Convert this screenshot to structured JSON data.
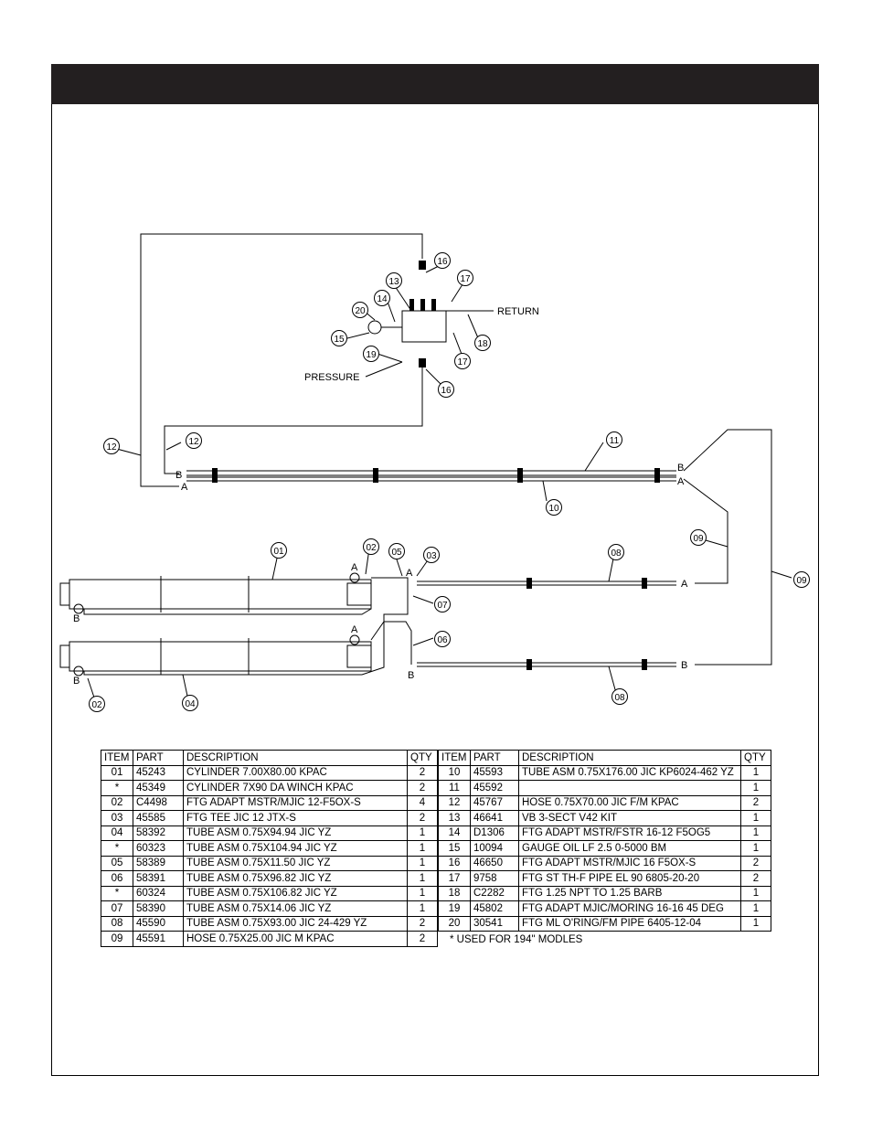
{
  "header": {
    "title": ""
  },
  "diagram": {
    "callouts": [
      "01",
      "02",
      "03",
      "04",
      "05",
      "06",
      "07",
      "08",
      "09",
      "10",
      "11",
      "12",
      "13",
      "14",
      "15",
      "16",
      "17",
      "18",
      "19",
      "20"
    ],
    "labels": {
      "return": "RETURN",
      "pressure": "PRESSURE",
      "port_a": "A",
      "port_b": "B"
    }
  },
  "table_left": {
    "headers": [
      "ITEM",
      "PART",
      "DESCRIPTION",
      "QTY"
    ],
    "rows": [
      [
        "01",
        "45243",
        "CYLINDER 7.00X80.00 KPAC",
        "2"
      ],
      [
        "*",
        "45349",
        "CYLINDER 7X90 DA WINCH KPAC",
        "2"
      ],
      [
        "02",
        "C4498",
        "FTG ADAPT MSTR/MJIC 12-F5OX-S",
        "4"
      ],
      [
        "03",
        "45585",
        "FTG TEE JIC 12 JTX-S",
        "2"
      ],
      [
        "04",
        "58392",
        "TUBE ASM 0.75X94.94 JIC YZ",
        "1"
      ],
      [
        "*",
        "60323",
        "TUBE ASM 0.75X104.94 JIC YZ",
        "1"
      ],
      [
        "05",
        "58389",
        "TUBE ASM 0.75X11.50 JIC YZ",
        "1"
      ],
      [
        "06",
        "58391",
        "TUBE ASM 0.75X96.82 JIC YZ",
        "1"
      ],
      [
        "*",
        "60324",
        "TUBE ASM 0.75X106.82 JIC YZ",
        "1"
      ],
      [
        "07",
        "58390",
        "TUBE ASM 0.75X14.06 JIC YZ",
        "1"
      ],
      [
        "08",
        "45590",
        "TUBE ASM 0.75X93.00 JIC    24-429 YZ",
        "2"
      ],
      [
        "09",
        "45591",
        "HOSE 0.75X25.00 JIC M KPAC",
        "2"
      ]
    ]
  },
  "table_right": {
    "headers": [
      "ITEM",
      "PART",
      "DESCRIPTION",
      "QTY"
    ],
    "rows": [
      [
        "10",
        "45593",
        "TUBE ASM 0.75X176.00 JIC KP6024-462 YZ",
        "1"
      ],
      [
        "11",
        "45592",
        "",
        "1"
      ],
      [
        "12",
        "45767",
        "HOSE 0.75X70.00 JIC F/M KPAC",
        "2"
      ],
      [
        "13",
        "46641",
        "VB 3-SECT V42 KIT",
        "1"
      ],
      [
        "14",
        "D1306",
        "FTG ADAPT MSTR/FSTR 16-12 F5OG5",
        "1"
      ],
      [
        "15",
        "10094",
        "GAUGE OIL LF 2.5 0-5000 BM",
        "1"
      ],
      [
        "16",
        "46650",
        "FTG ADAPT MSTR/MJIC 16 F5OX-S",
        "2"
      ],
      [
        "17",
        "9758",
        "FTG ST TH-F PIPE EL 90 6805-20-20",
        "2"
      ],
      [
        "18",
        "C2282",
        "FTG 1.25 NPT TO 1.25 BARB",
        "1"
      ],
      [
        "19",
        "45802",
        "FTG ADAPT MJIC/MORING 16-16 45 DEG",
        "1"
      ],
      [
        "20",
        "30541",
        "FTG ML O'RING/FM PIPE 6405-12-04",
        "1"
      ]
    ]
  },
  "note": "* USED FOR 194\" MODLES"
}
